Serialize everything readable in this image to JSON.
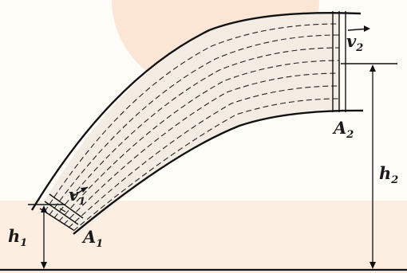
{
  "labels": {
    "v1": "v",
    "v1_sub": "1",
    "v2": "v",
    "v2_sub": "2",
    "A1": "A",
    "A1_sub": "1",
    "A2": "A",
    "A2_sub": "2",
    "h1": "h",
    "h1_sub": "1",
    "h2": "h",
    "h2_sub": "2"
  },
  "colors": {
    "stroke": "#111111",
    "watermark": "#fbe6d6",
    "band": "#fdeee2",
    "fluid": "#f3ece2"
  }
}
